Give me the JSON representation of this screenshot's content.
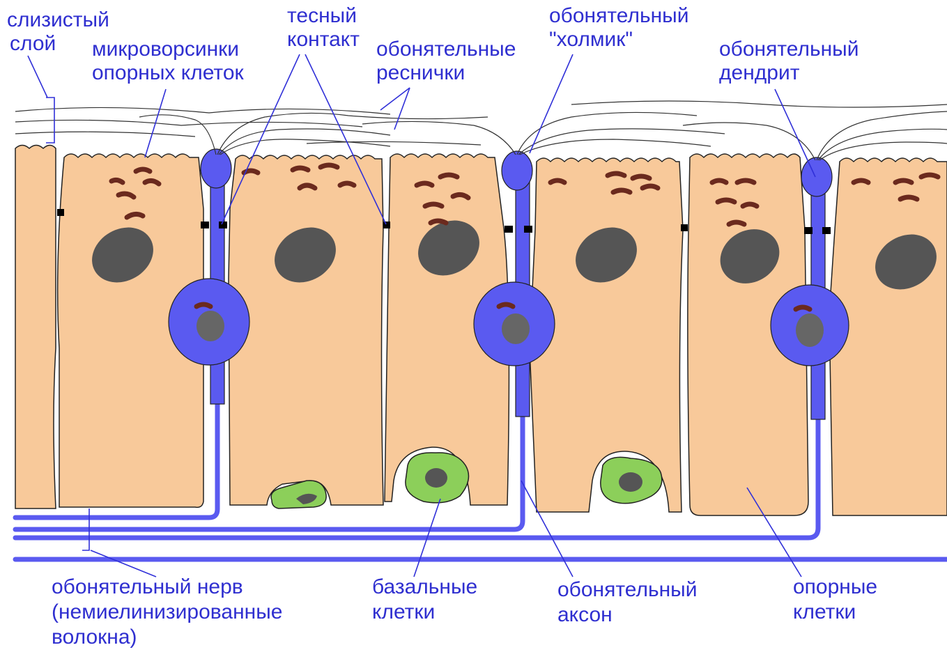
{
  "labels": {
    "mucus": [
      "слизистый",
      "слой"
    ],
    "microvilli": [
      "микроворсинки",
      "опорных клеток"
    ],
    "tight_junction": [
      "тесный",
      "контакт"
    ],
    "cilia": [
      "обонятельные",
      "реснички"
    ],
    "knob": [
      "обонятельный",
      "\"холмик\""
    ],
    "dendrite": [
      "обонятельный",
      "дендрит"
    ],
    "nerve": [
      "обонятельный нерв",
      "(немиелинизированные",
      "волокна)"
    ],
    "basal": [
      "базальные",
      "клетки"
    ],
    "axon": [
      "обонятельный",
      "аксон"
    ],
    "support": [
      "опорные",
      "клетки"
    ]
  },
  "colors": {
    "label": "#2f2fd0",
    "pointer": "#3030d8",
    "supporting_cell": "#f8c99a",
    "neuron": "#5a5af0",
    "basal_cell": "#8ccf5a",
    "nucleus": "#555555",
    "mitochondria": "#6b2a1e",
    "junction": "#000000"
  }
}
